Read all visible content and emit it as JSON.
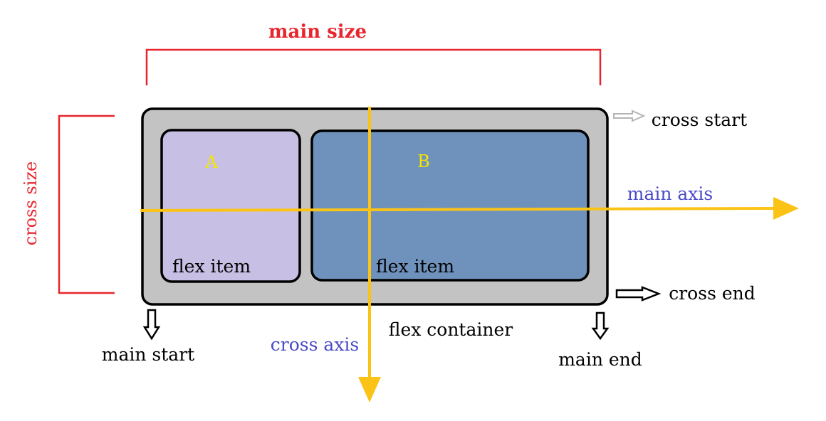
{
  "labels": {
    "main_size": "main size",
    "cross_size": "cross size",
    "cross_start": "cross start",
    "cross_end": "cross end",
    "main_axis": "main axis",
    "cross_axis": "cross axis",
    "main_start": "main start",
    "main_end": "main end",
    "flex_container": "flex container"
  },
  "items": [
    {
      "letter": "A",
      "caption": "flex item"
    },
    {
      "letter": "B",
      "caption": "flex item"
    }
  ],
  "colors": {
    "red": "#e8252d",
    "blue_label": "#4a4ac8",
    "axis": "#fbc316",
    "container_fill": "#c3c3c3",
    "item_a_fill": "#c7c0e4",
    "item_b_fill": "#6f92bd",
    "letter": "#f5e600",
    "gray_arrow": "#b4b4b4"
  }
}
